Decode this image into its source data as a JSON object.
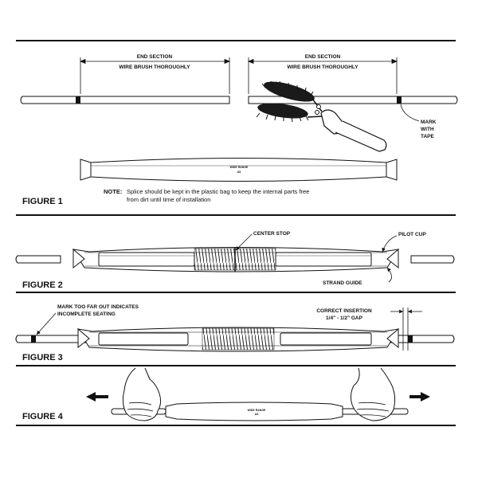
{
  "figures": [
    {
      "label": "FIGURE 1"
    },
    {
      "label": "FIGURE 2"
    },
    {
      "label": "FIGURE 3"
    },
    {
      "label": "FIGURE 4"
    }
  ],
  "figure1": {
    "end_section_left": "END SECTION",
    "wire_brush_left": "WIRE BRUSH THOROUGHLY",
    "end_section_right": "END SECTION",
    "wire_brush_right": "WIRE BRUSH THOROUGHLY",
    "mark_line1": "MARK",
    "mark_line2": "WITH",
    "mark_line3": "TAPE",
    "splice_line1": "WIDE RANGE",
    "splice_line2": "AS",
    "note_label": "NOTE:",
    "note_line1": "Splice should be kept in the plastic bag to keep the internal parts free",
    "note_line2": "from dirt until time of installation"
  },
  "figure2": {
    "center_stop": "CENTER STOP",
    "pilot_cup": "PILOT CUP",
    "strand_guide": "STRAND GUIDE"
  },
  "figure3": {
    "mark_far_line1": "MARK TOO FAR OUT INDICATES",
    "mark_far_line2": "INCOMPLETE SEATING",
    "correct_line1": "CORRECT INSERTION",
    "correct_line2": "1/4\" - 1/2\" GAP"
  },
  "figure4": {
    "splice_line1": "WIDE RANGE",
    "splice_line2": "AS"
  },
  "colors": {
    "ink": "#111111",
    "paper": "#ffffff"
  }
}
